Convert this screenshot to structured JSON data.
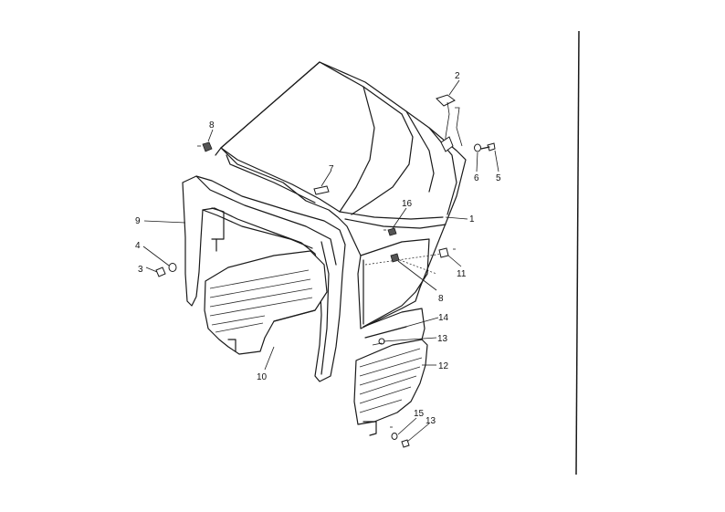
{
  "diagram": {
    "callouts": [
      {
        "id": "c1",
        "label": "1"
      },
      {
        "id": "c2",
        "label": "2"
      },
      {
        "id": "c3",
        "label": "3"
      },
      {
        "id": "c4",
        "label": "4"
      },
      {
        "id": "c5",
        "label": "5"
      },
      {
        "id": "c6",
        "label": "6"
      },
      {
        "id": "c7",
        "label": "7"
      },
      {
        "id": "c8a",
        "label": "8"
      },
      {
        "id": "c8b",
        "label": "8"
      },
      {
        "id": "c9",
        "label": "9"
      },
      {
        "id": "c10",
        "label": "10"
      },
      {
        "id": "c11",
        "label": "11"
      },
      {
        "id": "c12",
        "label": "12"
      },
      {
        "id": "c13a",
        "label": "13"
      },
      {
        "id": "c13b",
        "label": "13"
      },
      {
        "id": "c14",
        "label": "14"
      },
      {
        "id": "c15",
        "label": "15"
      },
      {
        "id": "c16",
        "label": "16"
      }
    ]
  },
  "colors": {
    "ink": "#1a1a1a",
    "paper": "#ffffff"
  }
}
